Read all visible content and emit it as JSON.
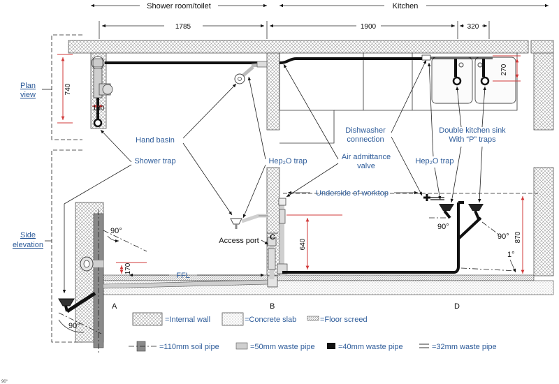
{
  "zones": {
    "shower_room": "Shower room/toilet",
    "kitchen": "Kitchen"
  },
  "dimensions": {
    "d1785": "1785",
    "d1900": "1900",
    "d320": "320",
    "d740": "740",
    "d180": "180",
    "d270": "270",
    "d640": "640",
    "d170": "170",
    "d870": "870"
  },
  "views": {
    "plan": [
      "Plan",
      "view"
    ],
    "side": [
      "Side",
      "elevation"
    ]
  },
  "labels": {
    "hand_basin": "Hand basin",
    "shower_trap": "Shower trap",
    "hepvo_trap_1": "Hep₂O trap",
    "hepvo_trap_2": "Hep₂O trap",
    "air_admittance": [
      "Air admittance",
      "valve"
    ],
    "dishwasher": [
      "Dishwasher",
      "connection"
    ],
    "double_sink": [
      "Double kitchen sink",
      "With “P” traps"
    ],
    "underside_worktop": "Underside of worktop",
    "access_port": "Access port",
    "ffl": "FFL"
  },
  "angles": {
    "a90_1": "90°",
    "a90_2": "90°",
    "a90_3": "90°",
    "a90_4": "90°",
    "a1": "1°",
    "a90_tiny": "90°"
  },
  "sections": {
    "A": "A",
    "B": "B",
    "C": "C",
    "D": "D"
  },
  "legend": {
    "internal_wall": "=Internal wall",
    "concrete_slab": "=Concrete slab",
    "floor_screed": "=Floor screed",
    "soil_pipe": "=110mm soil pipe",
    "waste_50": "=50mm waste pipe",
    "waste_40": "=40mm waste pipe",
    "waste_32": "=32mm waste pipe"
  },
  "colors": {
    "label_blue": "#2e5c9a",
    "dimension_red": "#d23a3a",
    "pipe_black": "#111111",
    "pipe_grey": "#bfbfbf"
  }
}
